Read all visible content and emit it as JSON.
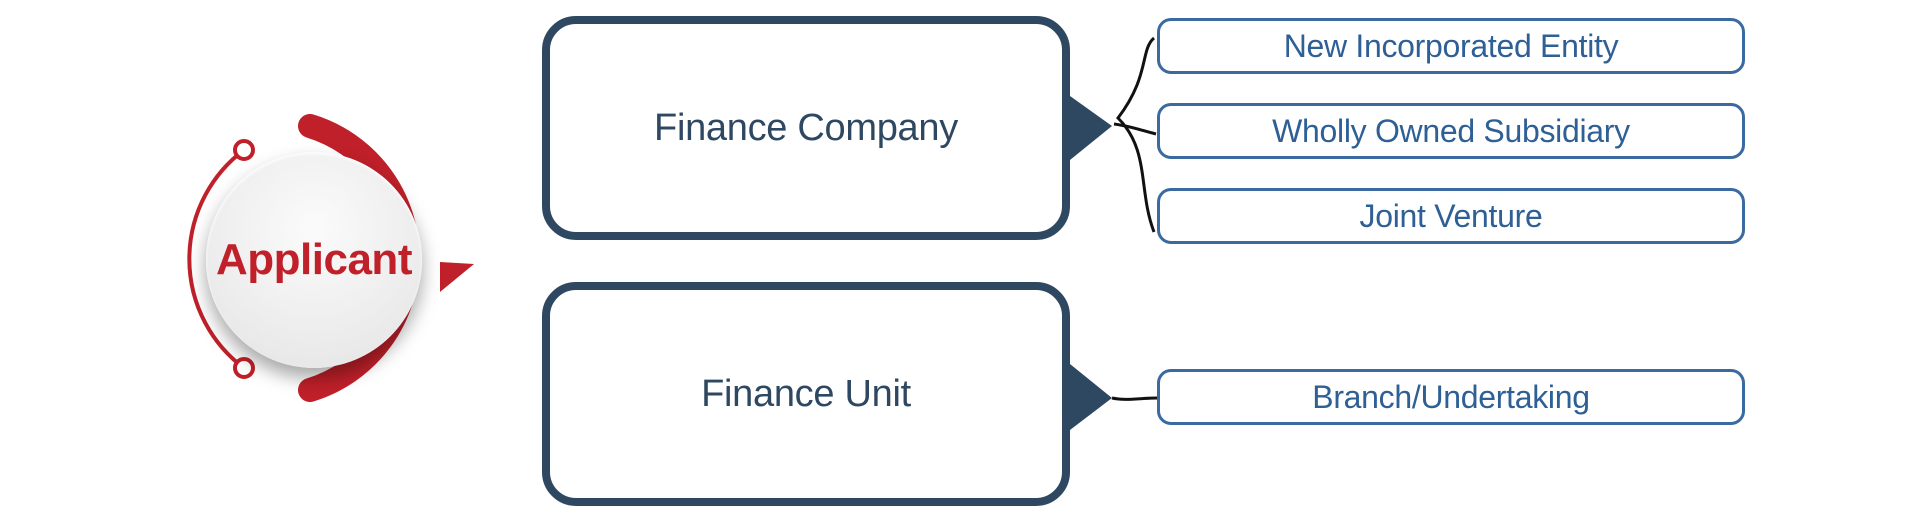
{
  "applicant": {
    "label": "Applicant"
  },
  "categories": [
    {
      "label": "Finance Company",
      "subtypes": [
        "New Incorporated Entity",
        "Wholly Owned Subsidiary",
        "Joint Venture"
      ]
    },
    {
      "label": "Finance Unit",
      "subtypes": [
        "Branch/Undertaking"
      ]
    }
  ],
  "colors": {
    "accent_red": "#c0202a",
    "navy": "#2f4862",
    "sub_blue": "#3b6aa0"
  }
}
